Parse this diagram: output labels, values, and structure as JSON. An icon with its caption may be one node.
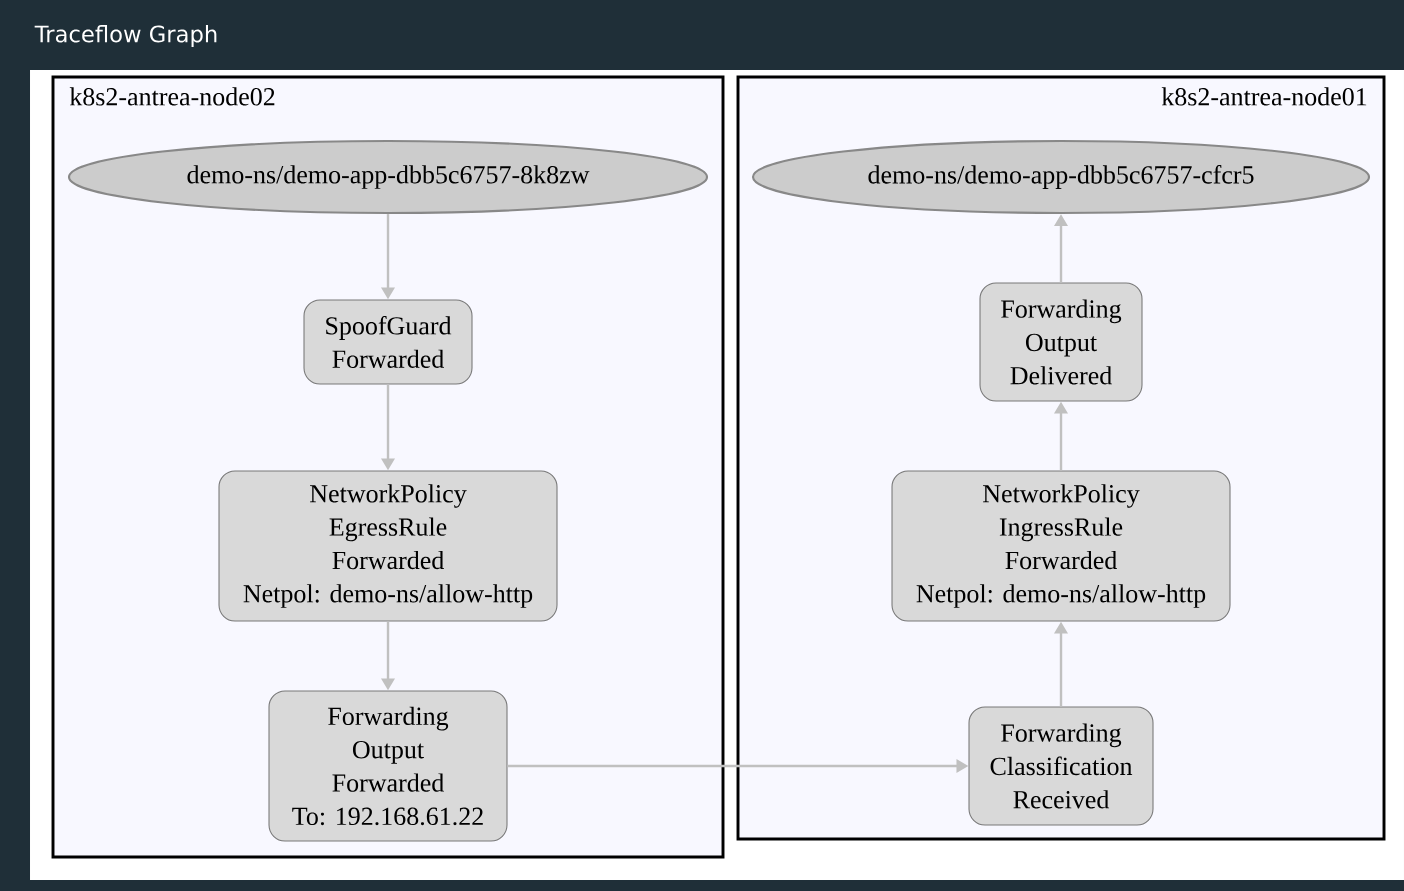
{
  "diagram": {
    "title": "Traceflow Graph",
    "nodes": [
      {
        "text": [
          "k8s2-antrea-node02"
        ]
      },
      {
        "text": [
          "demo-ns/demo-app-dbb5c6757-8k8zw"
        ],
        "in": 0
      },
      {
        "text": [
          "SpoofGuard",
          "Forwarded"
        ],
        "in": 0
      },
      {
        "text": [
          "NetworkPolicy",
          "EgressRule",
          "Forwarded",
          "Netpol: demo-ns/allow-http"
        ],
        "in": 0
      },
      {
        "text": [
          "Forwarding",
          "Output",
          "Forwarded",
          "To: 192.168.61.22"
        ],
        "in": 0
      },
      {
        "text": [
          "k8s2-antrea-node01"
        ]
      },
      {
        "text": [
          "demo-ns/demo-app-dbb5c6757-cfcr5"
        ],
        "in": 5
      },
      {
        "text": [
          "Forwarding",
          "Output",
          "Delivered"
        ],
        "in": 5
      },
      {
        "text": [
          "NetworkPolicy",
          "IngressRule",
          "Forwarded",
          "Netpol: demo-ns/allow-http"
        ],
        "in": 5
      },
      {
        "text": [
          "Forwarding",
          "Classification",
          "Received"
        ],
        "in": 5
      }
    ],
    "edges": [
      {
        "from": 1,
        "to": 2,
        "arrow": "to"
      },
      {
        "from": 2,
        "to": 3,
        "arrow": "to"
      },
      {
        "from": 3,
        "to": 4,
        "arrow": "to"
      },
      {
        "from": 4,
        "to": 9,
        "arrow": "to"
      },
      {
        "from": 9,
        "to": 8,
        "arrow": "to"
      },
      {
        "from": 8,
        "to": 7,
        "arrow": "to"
      },
      {
        "from": 7,
        "to": 6,
        "arrow": "to"
      }
    ]
  }
}
